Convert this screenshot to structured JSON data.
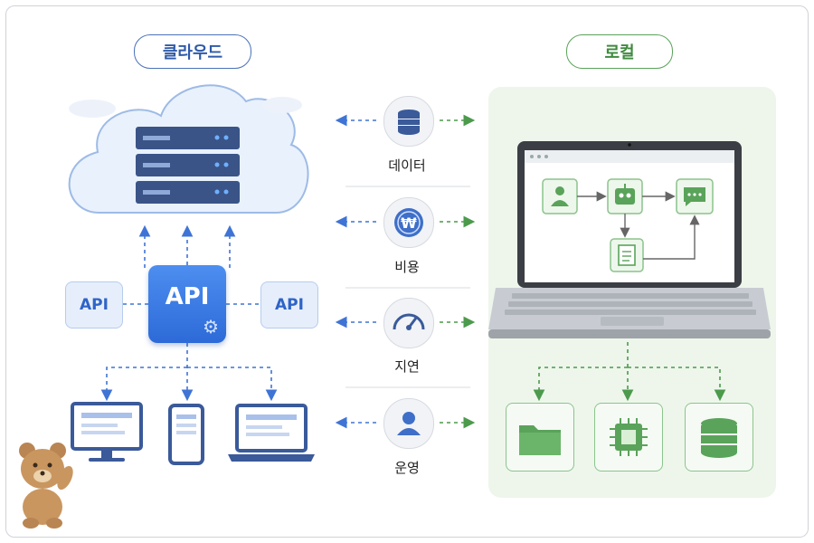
{
  "titles": {
    "cloud": "클라우드",
    "local": "로컬"
  },
  "api": {
    "main": "API",
    "left": "API",
    "right": "API"
  },
  "factors": [
    {
      "label": "데이터",
      "icon": "database-icon"
    },
    {
      "label": "비용",
      "icon": "won-coin-icon"
    },
    {
      "label": "지연",
      "icon": "speedometer-icon"
    },
    {
      "label": "운영",
      "icon": "user-icon"
    }
  ],
  "colors": {
    "cloud_blue": "#2f64c8",
    "local_green": "#3f8a3f",
    "panel_green": "#eef6ec"
  },
  "local_devices": [
    "folder-icon",
    "cpu-chip-icon",
    "database-icon"
  ],
  "cloud_clients": [
    "desktop-monitor-icon",
    "smartphone-icon",
    "laptop-icon"
  ]
}
